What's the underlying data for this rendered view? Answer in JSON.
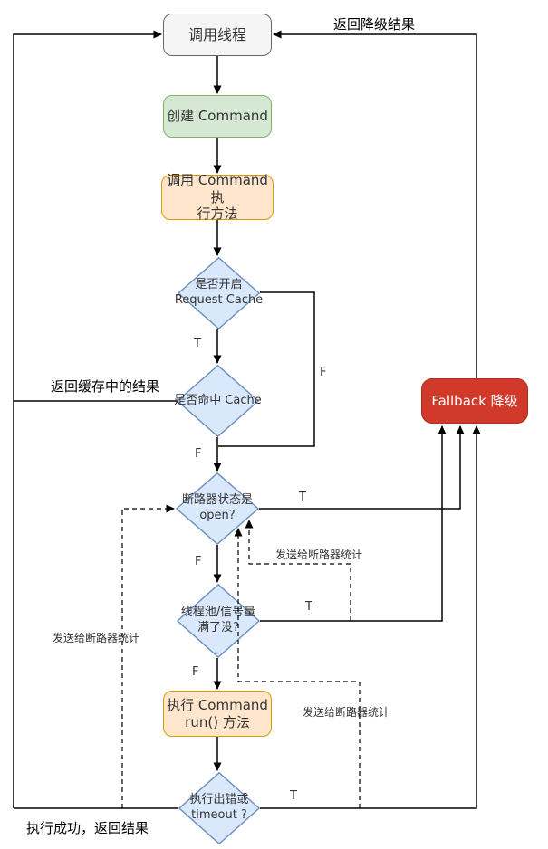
{
  "colors": {
    "edge": "#000000",
    "gray_fill": "#f5f5f5",
    "gray_stroke": "#666666",
    "green_fill": "#d5e8d4",
    "green_stroke": "#82b366",
    "orange_fill": "#ffe6cc",
    "orange_stroke": "#d79b00",
    "blue_fill": "#dae8fc",
    "blue_stroke": "#6c8ebf",
    "red_fill": "#d13a2b",
    "red_stroke": "#b02c1c",
    "text_dark": "#333333",
    "text_light": "#ffffff"
  },
  "nodes": {
    "caller_thread": {
      "label": "调用线程"
    },
    "create_command": {
      "label": "创建 Command"
    },
    "invoke_command": {
      "line1": "调用 Command 执",
      "line2": "行方法"
    },
    "request_cache_decision": {
      "line1": "是否开启",
      "line2": "Request Cache"
    },
    "cache_hit_decision": {
      "label": "是否命中 Cache"
    },
    "breaker_decision": {
      "line1": "断路器状态是",
      "line2": "open?"
    },
    "pool_decision": {
      "line1": "线程池/信号量",
      "line2": "满了没?"
    },
    "run_command": {
      "line1": "执行 Command",
      "line2": "run() 方法"
    },
    "error_decision": {
      "line1": "执行出错或",
      "line2": "timeout ?"
    },
    "fallback": {
      "label": "Fallback 降级"
    }
  },
  "edge_labels": {
    "return_fallback": "返回降级结果",
    "return_cache": "返回缓存中的结果",
    "success_return": "执行成功，返回结果",
    "stats_left": "发送给断路器统计",
    "stats_mid": "发送给断路器统计",
    "stats_right": "发送给断路器统计",
    "t_request_cache": "T",
    "f_request_cache": "F",
    "f_cache_hit": "F",
    "t_breaker": "T",
    "f_breaker": "F",
    "t_pool": "T",
    "f_pool": "F",
    "t_error": "T"
  }
}
